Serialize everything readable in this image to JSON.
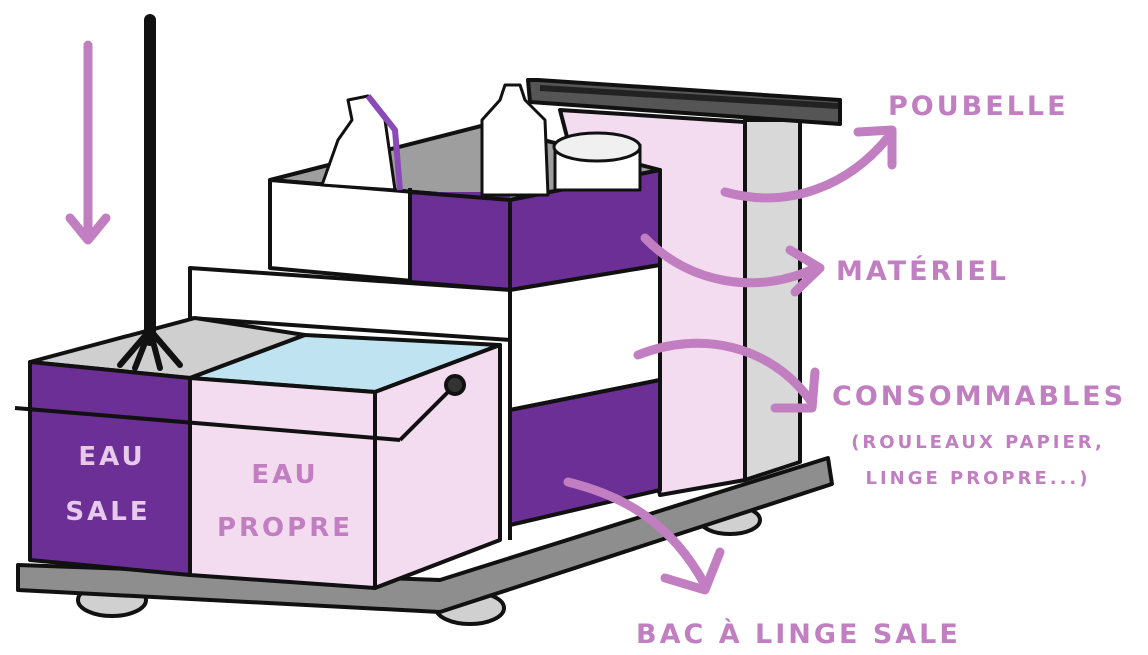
{
  "labels": {
    "eau_sale_line1": "EAU",
    "eau_sale_line2": "SALE",
    "eau_propre_line1": "EAU",
    "eau_propre_line2": "PROPRE",
    "poubelle": "POUBELLE",
    "materiel": "MATÉRIEL",
    "consommables": "CONSOMMABLES",
    "consommables_detail_line1": "(ROULEAUX PAPIER,",
    "consommables_detail_line2": "LINGE PROPRE...)",
    "bac_linge_sale": "BAC À LINGE SALE"
  },
  "colors": {
    "annotation": "#c17ec1",
    "dark_purple": "#6b2f96",
    "light_pink": "#f3dcef",
    "outline": "#111111",
    "water": "#bfe3f0",
    "grey": "#8e8e8e",
    "light_grey": "#d8d8d8",
    "label_on_dark": "#e7c9ec",
    "label_on_light": "#c17ec1"
  }
}
